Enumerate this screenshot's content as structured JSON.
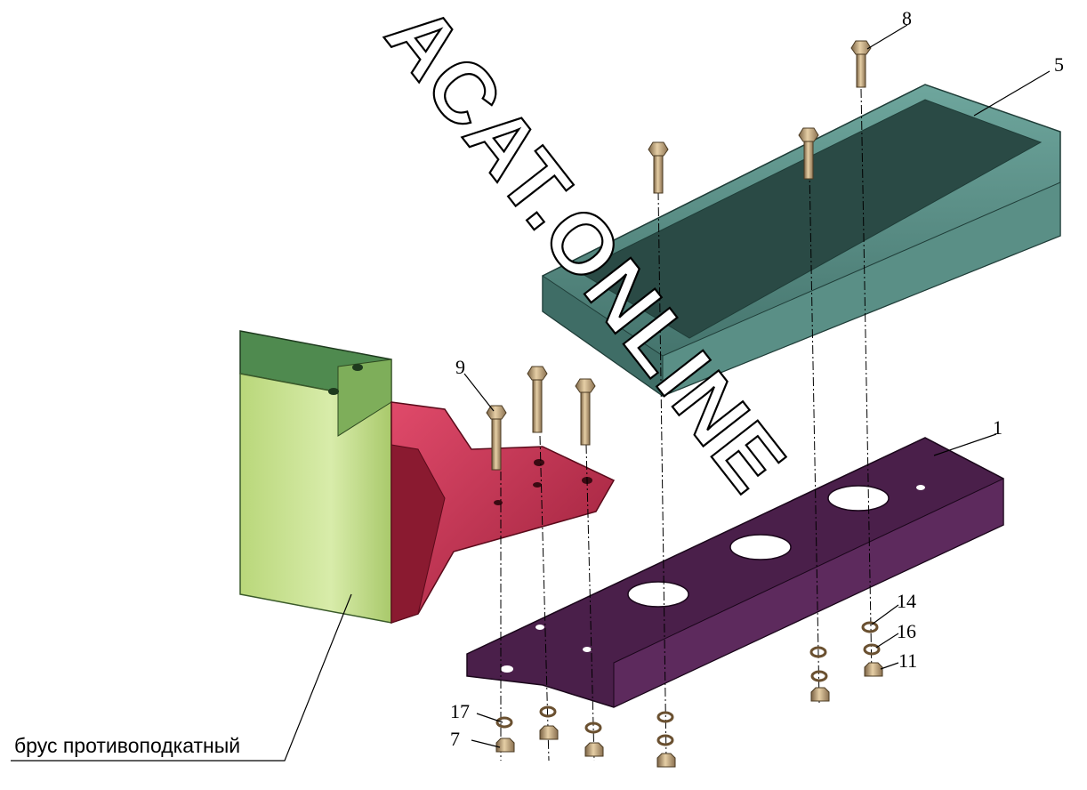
{
  "watermark": "ACAT.ONLINE",
  "caption": "брус противоподкатный",
  "callouts": {
    "c1": "1",
    "c5": "5",
    "c7": "7",
    "c8": "8",
    "c9": "9",
    "c11": "11",
    "c14": "14",
    "c16": "16",
    "c17": "17"
  },
  "colors": {
    "beam": "#c8e08a",
    "beam_top": "#4f8a4f",
    "bracket": "#c2304e",
    "plate": "#4a1f4a",
    "step": "#5f8f86",
    "bolt": "#b89a6a"
  }
}
